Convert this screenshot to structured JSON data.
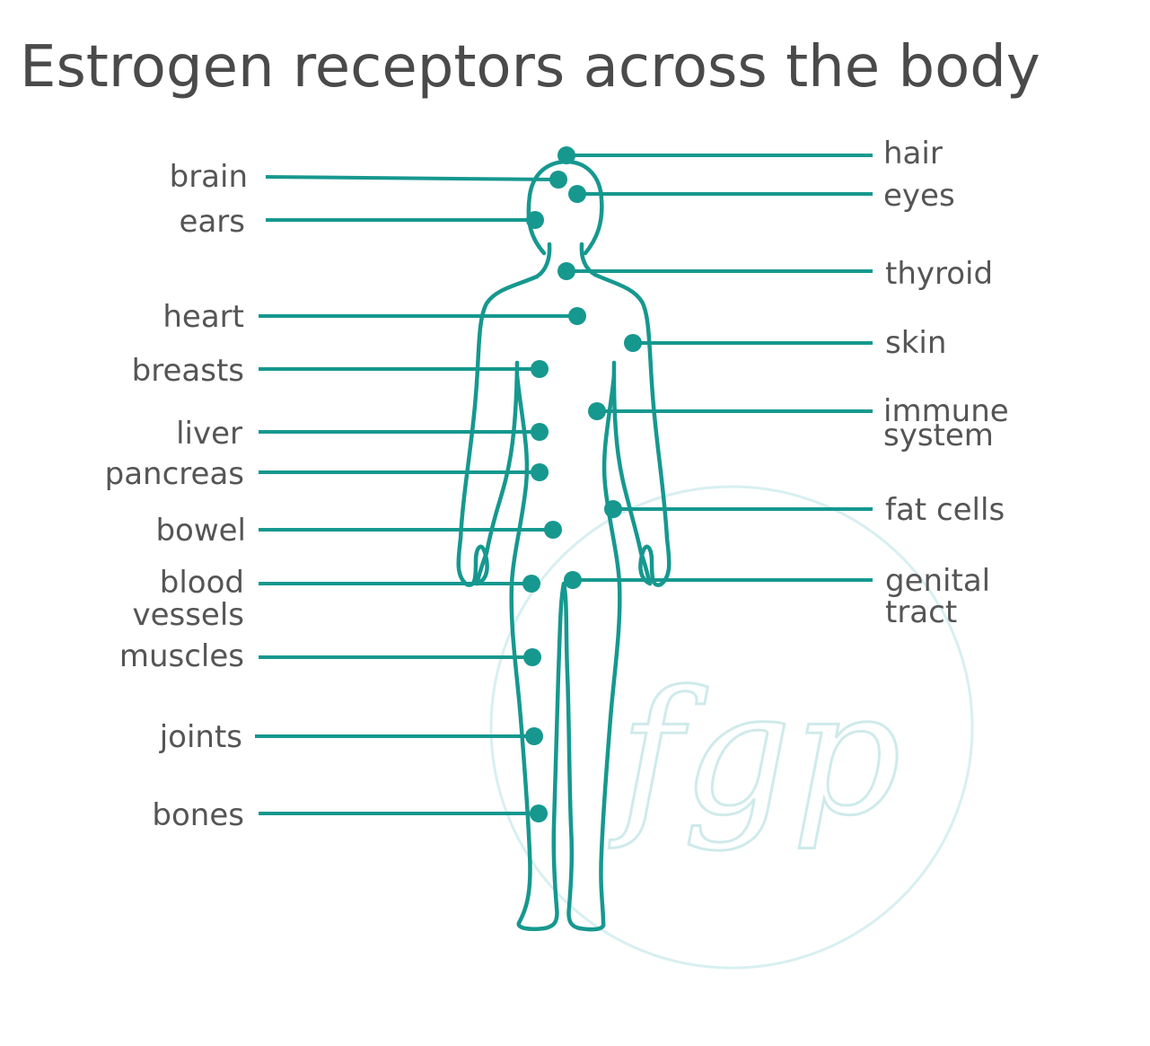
{
  "title": "Estrogen receptors across the body",
  "accent_color": "#16988f",
  "labels": {
    "hair": "hair",
    "brain": "brain",
    "eyes": "eyes",
    "ears": "ears",
    "thyroid": "thyroid",
    "heart": "heart",
    "skin": "skin",
    "breasts": "breasts",
    "immune_1": "immune",
    "immune_2": "system",
    "liver": "liver",
    "pancreas": "pancreas",
    "fat_cells": "fat cells",
    "bowel": "bowel",
    "blood_1": "blood",
    "blood_2": "vessels",
    "genital_1": "genital",
    "genital_2": "tract",
    "muscles": "muscles",
    "joints": "joints",
    "bones": "bones"
  },
  "watermark": {
    "logo_text": "fgp"
  }
}
